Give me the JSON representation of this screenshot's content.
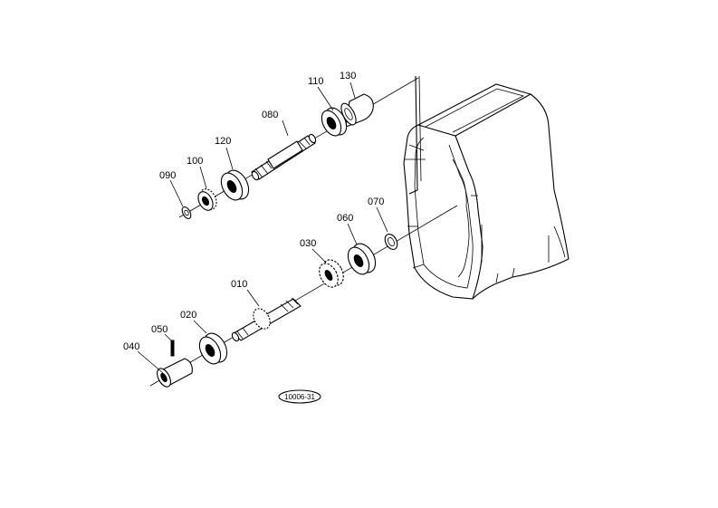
{
  "diagram": {
    "part_labels": {
      "p010": "010",
      "p020": "020",
      "p030": "030",
      "p040": "040",
      "p050": "050",
      "p060": "060",
      "p070": "070",
      "p080": "080",
      "p090": "090",
      "p100": "100",
      "p110": "110",
      "p120": "120",
      "p130": "130"
    },
    "reference_code": "10006-31"
  }
}
